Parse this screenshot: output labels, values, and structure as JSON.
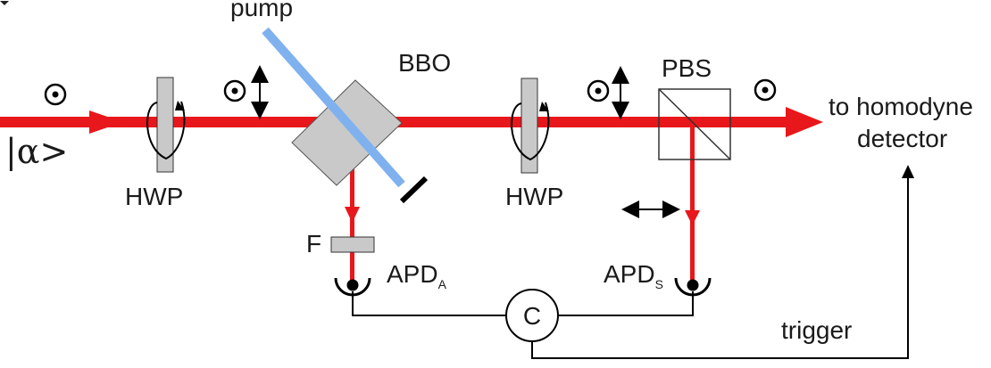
{
  "labels": {
    "pump": "pump",
    "bbo": "BBO",
    "pbs": "PBS",
    "hwp_left": "HWP",
    "hwp_right": "HWP",
    "filter": "F",
    "apd_a_main": "APD",
    "apd_a_sub": "A",
    "apd_s_main": "APD",
    "apd_s_sub": "S",
    "coincidence": "C",
    "trigger": "trigger",
    "output_line1": "to homodyne",
    "output_line2": "detector",
    "input_state": "|α>"
  },
  "colors": {
    "beam": "#e8171b",
    "pump": "#7fb1ef",
    "component_fill": "#c9c9c9",
    "line": "#000000"
  }
}
